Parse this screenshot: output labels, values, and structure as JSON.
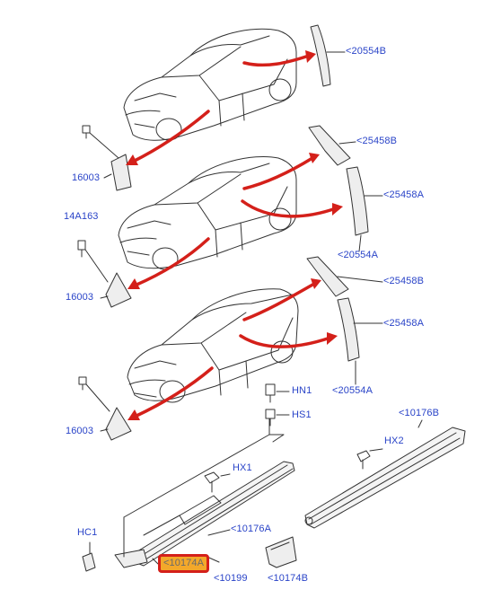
{
  "diagram": {
    "colors": {
      "label": "#2a44c8",
      "arrow": "#d4201a",
      "line": "#333333",
      "highlight_bg": "#f3a82a",
      "highlight_border": "#d4201a"
    },
    "callouts": {
      "c20554b": "<20554B",
      "c25458b_1": "<25458B",
      "c25458a_1": "<25458A",
      "c20554a_1": "<20554A",
      "c25458b_2": "<25458B",
      "c25458a_2": "<25458A",
      "c20554a_2": "<20554A",
      "c16003_1": "16003",
      "c14a163": "14A163",
      "c16003_2": "16003",
      "c16003_3": "16003",
      "hn1": "HN1",
      "hs1": "HS1",
      "hx1": "HX1",
      "hx2": "HX2",
      "c10176b": "<10176B",
      "c10176a": "<10176A",
      "hc1": "HC1",
      "c10174a": "<10174A",
      "c10199": "<10199",
      "c10174b": "<10174B"
    },
    "highlighted": "c10174a"
  }
}
